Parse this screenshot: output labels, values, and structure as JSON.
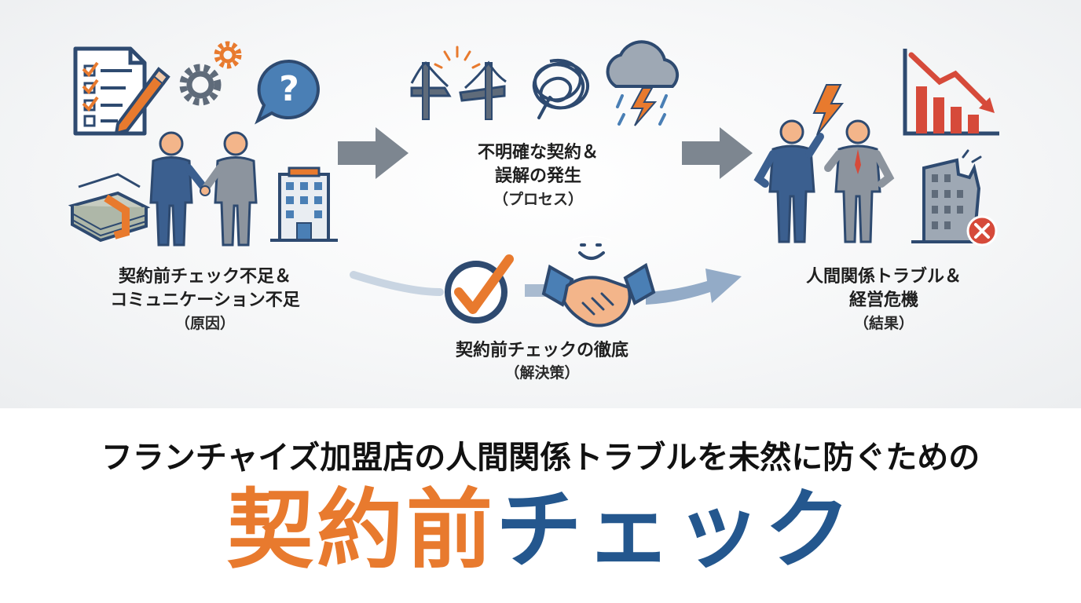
{
  "cause": {
    "line1": "契約前チェック不足＆",
    "line2": "コミュニケーション不足",
    "tag": "（原因）"
  },
  "process": {
    "line1": "不明確な契約＆",
    "line2": "誤解の発生",
    "tag": "（プロセス）"
  },
  "result": {
    "line1": "人間関係トラブル＆",
    "line2": "経営危機",
    "tag": "（結果）"
  },
  "solution": {
    "line1": "契約前チェックの徹底",
    "tag": "（解決策）"
  },
  "headline": "フランチャイズ加盟店の人間関係トラブルを未然に防ぐための",
  "title": {
    "orange": "契約前",
    "blue": "チェック"
  },
  "icons": [
    "checklist-icon",
    "pencil-icon",
    "gears-icon",
    "question-bubble-icon",
    "handshake-people-icon",
    "money-stack-icon",
    "office-building-icon",
    "broken-bridge-icon",
    "tangle-icon",
    "storm-cloud-icon",
    "arguing-people-icon",
    "lightning-icon",
    "declining-chart-icon",
    "damaged-building-icon",
    "error-icon",
    "checkmark-circle-icon",
    "handshake-icon",
    "smile-icon"
  ],
  "colors": {
    "orange": "#e87a2e",
    "blue": "#24578e",
    "navy": "#2e4a70",
    "gray_arrow": "#7d8690",
    "light_arrow": "#9fb2c8",
    "red": "#d64a3a"
  }
}
